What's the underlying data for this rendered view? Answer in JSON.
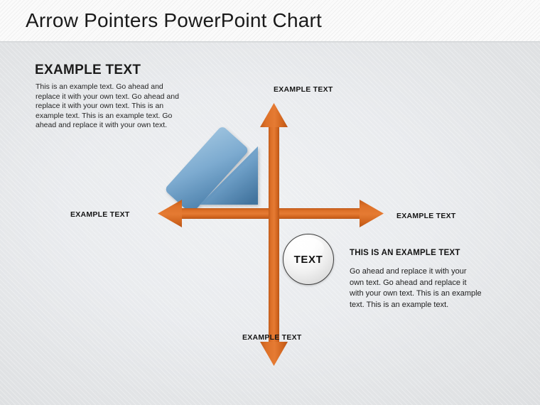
{
  "header": {
    "title": "Arrow Pointers PowerPoint Chart"
  },
  "left_block": {
    "heading": "EXAMPLE TEXT",
    "body": "This is an example text. Go ahead and replace it with your own text. Go ahead and replace it with your own text. This is an example text. This is an example text. Go ahead and replace it with your own text."
  },
  "right_block": {
    "heading": "THIS IS AN EXAMPLE TEXT",
    "body": "Go ahead and replace it with your own text. Go ahead and replace it with your own text. This is an example text. This is an example text."
  },
  "arrow_labels": {
    "top": "EXAMPLE TEXT",
    "left": "EXAMPLE TEXT",
    "right": "EXAMPLE TEXT",
    "bottom": "EXAMPLE TEXT"
  },
  "center_button": {
    "label": "TEXT"
  },
  "colors": {
    "arrow_orange_light": "#e3762b",
    "arrow_orange_mid": "#d96a22",
    "arrow_orange_dark": "#c25d1c",
    "blue_light": "#8fb9d8",
    "blue_mid": "#6fa0c8",
    "blue_dark": "#4e82ad",
    "header_background": "#fbfbfb",
    "canvas_background": "#e9ebee",
    "title_text": "#1a1a1a",
    "body_text": "#242424"
  },
  "shapes": {
    "cross_arrow": "four-way-arrow",
    "diagonal_arrow": "blue-diagonal-arrow",
    "center": "circle-button"
  }
}
